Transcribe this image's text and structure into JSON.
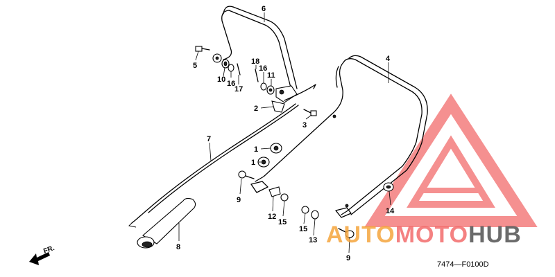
{
  "diagram": {
    "callouts": {
      "p6": "6",
      "p5": "5",
      "p10": "10",
      "p16a": "16",
      "p17": "17",
      "p18": "18",
      "p16b": "16",
      "p11": "11",
      "p4": "4",
      "p2": "2",
      "p3": "3",
      "p7": "7",
      "p1a": "1",
      "p1b": "1",
      "p9a": "9",
      "p12": "12",
      "p15a": "15",
      "p15b": "15",
      "p13": "13",
      "p14": "14",
      "p8": "8",
      "p9b": "9"
    },
    "direction_label": "FR.",
    "figure_code": "7474—F0100D"
  },
  "watermark": {
    "brand_part1": "AUTO",
    "brand_part2": "MOTO",
    "brand_part3": "HUB",
    "colors": {
      "red": "#f26b6b",
      "orange": "#f5a53c",
      "gray": "#5b5b5b"
    }
  }
}
